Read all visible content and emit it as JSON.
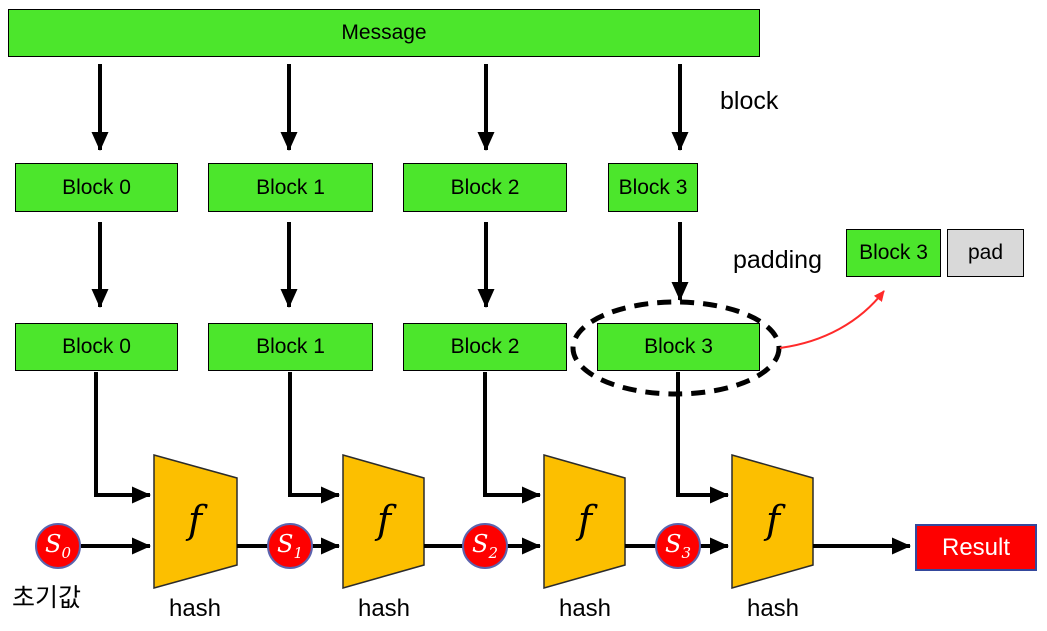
{
  "message_bar": {
    "label": "Message"
  },
  "annotations": {
    "block": "block",
    "padding": "padding",
    "initial_value": "초기값"
  },
  "blocks_row1": [
    {
      "label": "Block 0"
    },
    {
      "label": "Block 1"
    },
    {
      "label": "Block 2"
    },
    {
      "label": "Block 3"
    }
  ],
  "blocks_row2": [
    {
      "label": "Block 0"
    },
    {
      "label": "Block 1"
    },
    {
      "label": "Block 2"
    },
    {
      "label": "Block 3"
    }
  ],
  "padding_detail": {
    "block_label": "Block 3",
    "pad_label": "pad"
  },
  "states": [
    {
      "base": "S",
      "sub": "0"
    },
    {
      "base": "S",
      "sub": "1"
    },
    {
      "base": "S",
      "sub": "2"
    },
    {
      "base": "S",
      "sub": "3"
    }
  ],
  "compression": {
    "function_label": "f",
    "hash_label": "hash"
  },
  "result": {
    "label": "Result"
  },
  "colors": {
    "block_green": "#4CE62C",
    "pad_gray": "#D9D9D9",
    "function_orange": "#FCBF00",
    "state_red": "#FE0000",
    "state_border_blue": "#5B63AE",
    "result_red": "#FE0000",
    "result_border_blue": "#34489C",
    "line_black": "#000000",
    "annotation_arrow_red": "#FF2A2A"
  }
}
